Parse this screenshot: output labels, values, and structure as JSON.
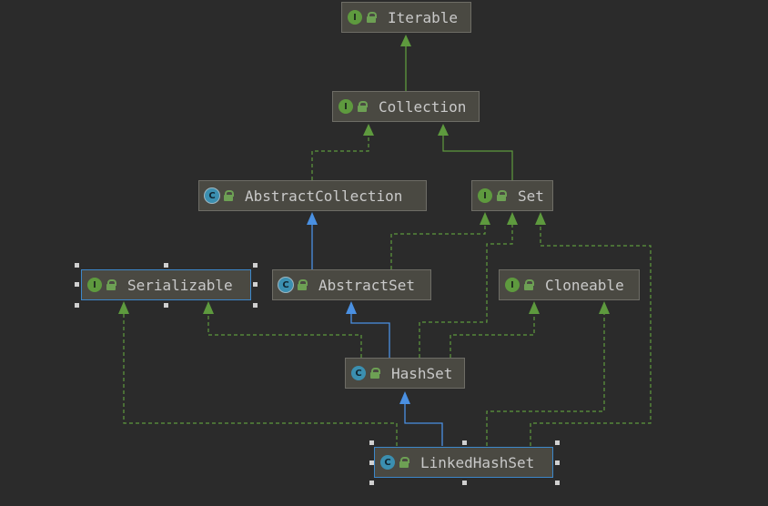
{
  "diagram": {
    "nodes": [
      {
        "id": "iterable",
        "label": "Iterable",
        "kind": "interface",
        "badge": "I"
      },
      {
        "id": "collection",
        "label": "Collection",
        "kind": "interface",
        "badge": "I"
      },
      {
        "id": "abstract_collection",
        "label": "AbstractCollection",
        "kind": "abstract",
        "badge": "C"
      },
      {
        "id": "set",
        "label": "Set",
        "kind": "interface",
        "badge": "I"
      },
      {
        "id": "serializable",
        "label": "Serializable",
        "kind": "interface",
        "badge": "I",
        "selected": true
      },
      {
        "id": "abstract_set",
        "label": "AbstractSet",
        "kind": "abstract",
        "badge": "C"
      },
      {
        "id": "cloneable",
        "label": "Cloneable",
        "kind": "interface",
        "badge": "I"
      },
      {
        "id": "hash_set",
        "label": "HashSet",
        "kind": "class",
        "badge": "C"
      },
      {
        "id": "linked_hash_set",
        "label": "LinkedHashSet",
        "kind": "class",
        "badge": "C",
        "selected": true
      }
    ],
    "colors": {
      "background": "#2b2b2b",
      "node_fill": "#4a4942",
      "interface_edge": "#5e9a3e",
      "extends_edge": "#4a90e2",
      "selection": "#3d87c9"
    },
    "edges": [
      {
        "from": "collection",
        "to": "iterable",
        "type": "extends-interface"
      },
      {
        "from": "set",
        "to": "collection",
        "type": "extends-interface"
      },
      {
        "from": "abstract_collection",
        "to": "collection",
        "type": "implements"
      },
      {
        "from": "abstract_set",
        "to": "abstract_collection",
        "type": "extends"
      },
      {
        "from": "abstract_set",
        "to": "set",
        "type": "implements"
      },
      {
        "from": "hash_set",
        "to": "abstract_set",
        "type": "extends"
      },
      {
        "from": "hash_set",
        "to": "set",
        "type": "implements"
      },
      {
        "from": "hash_set",
        "to": "serializable",
        "type": "implements"
      },
      {
        "from": "hash_set",
        "to": "cloneable",
        "type": "implements"
      },
      {
        "from": "linked_hash_set",
        "to": "hash_set",
        "type": "extends"
      },
      {
        "from": "linked_hash_set",
        "to": "set",
        "type": "implements"
      },
      {
        "from": "linked_hash_set",
        "to": "serializable",
        "type": "implements"
      },
      {
        "from": "linked_hash_set",
        "to": "cloneable",
        "type": "implements"
      }
    ]
  }
}
